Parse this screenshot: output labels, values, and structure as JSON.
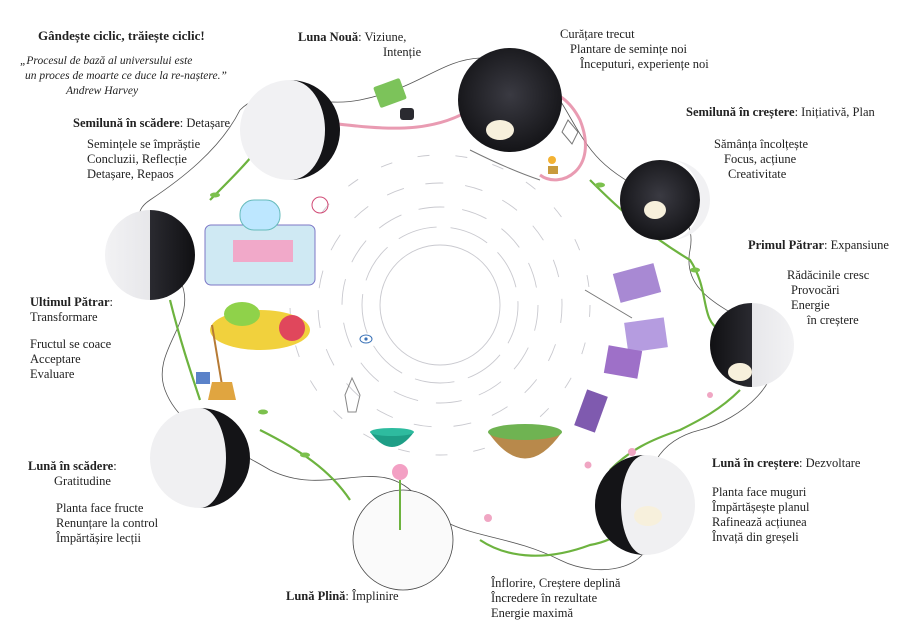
{
  "header": {
    "title": "Gândește ciclic, trăiește ciclic!",
    "quote_lines": [
      "„Procesul de bază al universului este",
      "un proces de moarte ce duce la re-naștere.”"
    ],
    "author": "Andrew Harvey"
  },
  "phases": {
    "new_moon": {
      "name": "Luna Nouă",
      "value_lines": [
        "Viziune,",
        "Intenție"
      ]
    },
    "new_moon_notes": [
      "Curățare trecut",
      "Plantare de semințe noi",
      "Începuturi, experiențe noi"
    ],
    "waxing_crescent": {
      "name": "Semilună în creștere",
      "value": "Inițiativă, Plan",
      "notes": [
        "Sămânța încolțește",
        "Focus, acțiune",
        "Creativitate"
      ]
    },
    "first_quarter": {
      "name": "Primul Pătrar",
      "value": "Expansiune",
      "notes": [
        "Rădăcinile cresc",
        "Provocări",
        "Energie",
        "în creștere"
      ]
    },
    "waxing_gibbous": {
      "name": "Lună în creștere",
      "value": "Dezvoltare",
      "notes": [
        "Planta face muguri",
        "Împărtășește planul",
        "Rafinează acțiunea",
        "Învață din greșeli"
      ]
    },
    "full_moon": {
      "name": "Lună Plină",
      "value": "Împlinire",
      "notes": [
        "Înflorire, Creștere deplină",
        "Încredere în rezultate",
        "Energie maximă"
      ]
    },
    "waning_gibbous": {
      "name": "Lună în scădere",
      "value": "Gratitudine",
      "notes": [
        "Planta face fructe",
        "Renunțare la control",
        "Împărtășire lecții"
      ]
    },
    "last_quarter": {
      "name": "Ultimul Pătrar",
      "value": "Transformare",
      "notes": [
        "Fructul se coace",
        "Acceptare",
        "Evaluare"
      ]
    },
    "waning_crescent": {
      "name": "Semilună în scădere",
      "value": "Detașare",
      "notes": [
        "Semințele se împrăștie",
        "Concluzii, Reflecție",
        "Detașare, Repaos"
      ]
    }
  },
  "colors": {
    "moon_dark": "#1b1b1f",
    "moon_light": "#f4f4f6",
    "vine": "#6db33f",
    "ribbon": "#e58aa4",
    "crystal": "#8a5fb5",
    "bowl": "#1e9e86"
  }
}
